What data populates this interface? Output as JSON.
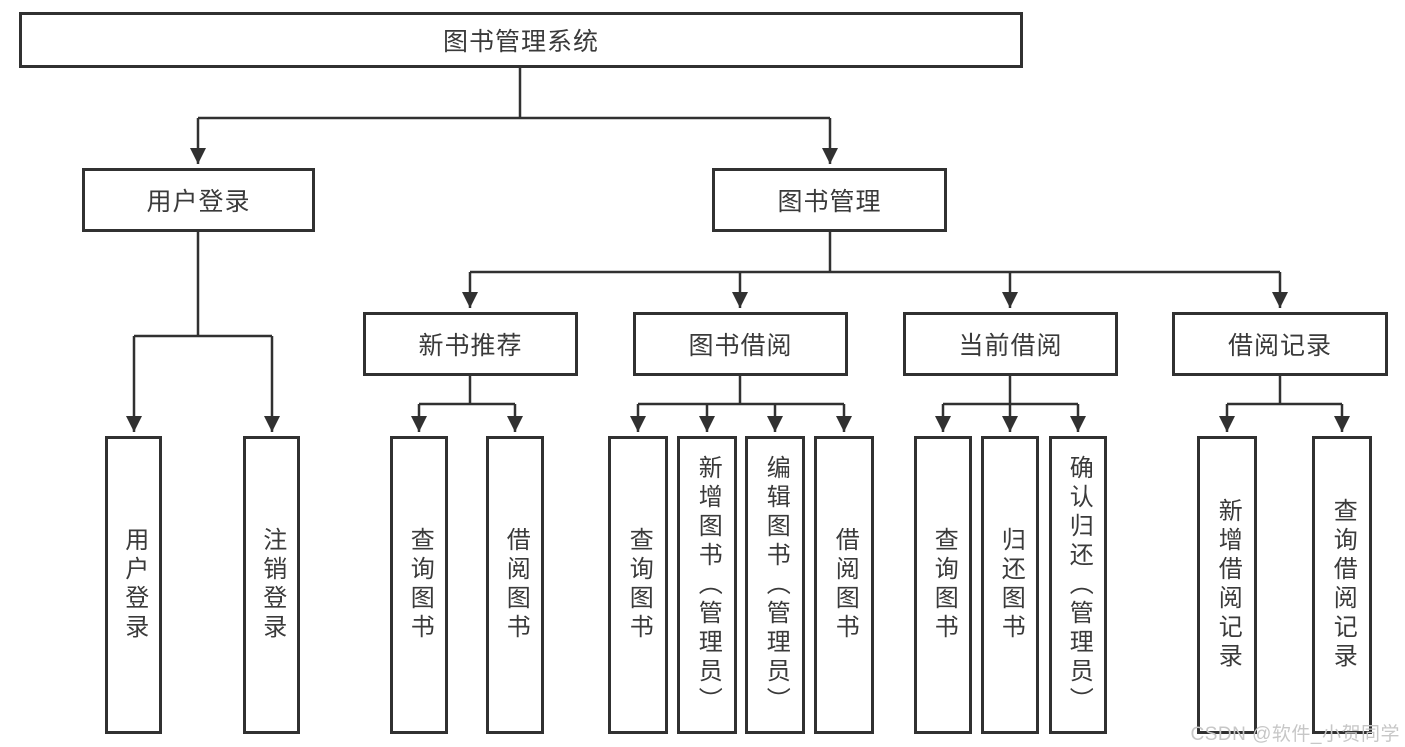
{
  "diagram": {
    "root": {
      "label": "图书管理系统"
    },
    "user_login": {
      "label": "用户登录",
      "children": [
        "用户登录",
        "注销登录"
      ]
    },
    "book_mgmt": {
      "label": "图书管理",
      "sections": {
        "new_books": {
          "label": "新书推荐",
          "children": [
            "查询图书",
            "借阅图书"
          ]
        },
        "borrowing": {
          "label": "图书借阅",
          "children": [
            "查询图书",
            "新增图书（管理员）",
            "编辑图书（管理员）",
            "借阅图书"
          ]
        },
        "current": {
          "label": "当前借阅",
          "children": [
            "查询图书",
            "归还图书",
            "确认归还（管理员）"
          ]
        },
        "records": {
          "label": "借阅记录",
          "children": [
            "新增借阅记录",
            "查询借阅记录"
          ]
        }
      }
    }
  },
  "watermark": {
    "text": "CSDN @软件_小贺同学"
  },
  "colors": {
    "stroke": "#313131",
    "text": "#3a3a3a",
    "watermark": "#c7c7c7",
    "background": "#ffffff"
  }
}
